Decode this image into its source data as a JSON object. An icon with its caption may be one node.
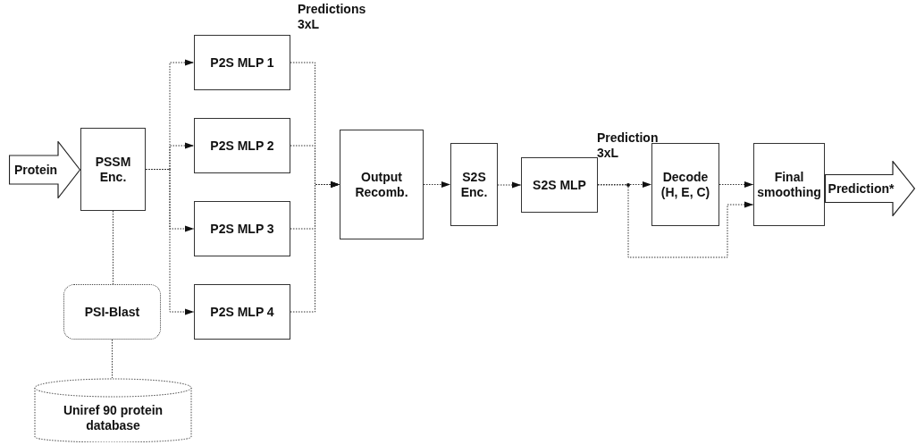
{
  "diagram": {
    "nodes": [
      {
        "text": [
          "Protein"
        ]
      },
      {
        "text": [
          "PSSM Enc."
        ]
      },
      {
        "text": [
          "P2S MLP 1"
        ]
      },
      {
        "text": [
          "P2S MLP 2"
        ]
      },
      {
        "text": [
          "P2S MLP 3"
        ]
      },
      {
        "text": [
          "P2S MLP 4"
        ]
      },
      {
        "text": [
          "Output Recomb."
        ]
      },
      {
        "text": [
          "S2S Enc."
        ]
      },
      {
        "text": [
          "S2S MLP"
        ]
      },
      {
        "text": [
          "Decode (H, E, C)"
        ]
      },
      {
        "text": [
          "Final smoothing"
        ]
      },
      {
        "text": [
          "Prediction*"
        ]
      },
      {
        "text": [
          "PSI-Blast"
        ]
      },
      {
        "text": [
          "Uniref 90 protein database"
        ]
      }
    ],
    "edges": [
      {
        "from": 1,
        "to": 2,
        "arrow": "to"
      },
      {
        "from": 1,
        "to": 3,
        "arrow": "to"
      },
      {
        "from": 1,
        "to": 4,
        "arrow": "to"
      },
      {
        "from": 1,
        "to": 5,
        "arrow": "to"
      },
      {
        "from": 2,
        "to": 6,
        "arrow": "to"
      },
      {
        "from": 3,
        "to": 6,
        "arrow": "to"
      },
      {
        "from": 4,
        "to": 6,
        "arrow": "to"
      },
      {
        "from": 5,
        "to": 6,
        "arrow": "to"
      },
      {
        "from": 6,
        "to": 7,
        "arrow": "to"
      },
      {
        "from": 7,
        "to": 8,
        "arrow": "to"
      },
      {
        "from": 8,
        "to": 9,
        "arrow": "to"
      },
      {
        "from": 9,
        "to": 10,
        "arrow": "to"
      },
      {
        "from": 8,
        "to": 10,
        "arrow": "to"
      },
      {
        "from": 1,
        "to": 12,
        "arrow": "none"
      },
      {
        "from": 12,
        "to": 13,
        "arrow": "none"
      }
    ],
    "labels": [
      "Predictions 3xL",
      "Prediction 3xL"
    ]
  }
}
